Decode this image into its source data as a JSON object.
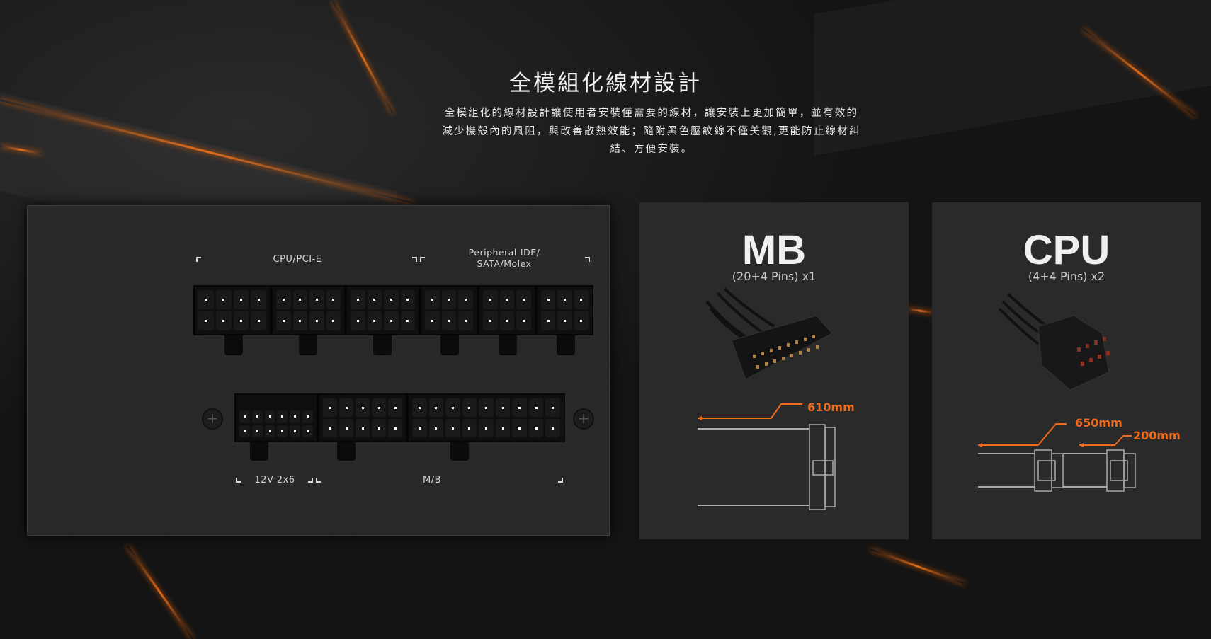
{
  "section": {
    "title": "全模組化線材設計",
    "description": "全模組化的線材設計讓使用者安裝僅需要的線材，讓安裝上更加簡單，並有效的減少機殼內的風阻，與改善散熱效能；隨附黑色壓紋線不僅美觀,更能防止線材糾結、方便安裝。"
  },
  "psu_panel": {
    "labels": {
      "cpu_pcie": "CPU/PCI-E",
      "peripheral": "Peripheral-IDE/ SATA/Molex",
      "v12": "12V-2x6",
      "mb": "M/B"
    }
  },
  "cards": [
    {
      "title": "MB",
      "subtitle": "(20+4 Pins) x1",
      "lengths": [
        "610mm"
      ]
    },
    {
      "title": "CPU",
      "subtitle": "(4+4 Pins) x2",
      "lengths": [
        "650mm",
        "200mm"
      ]
    }
  ],
  "colors": {
    "accent": "#f06a1c",
    "card_bg": "#2a2a2a"
  }
}
